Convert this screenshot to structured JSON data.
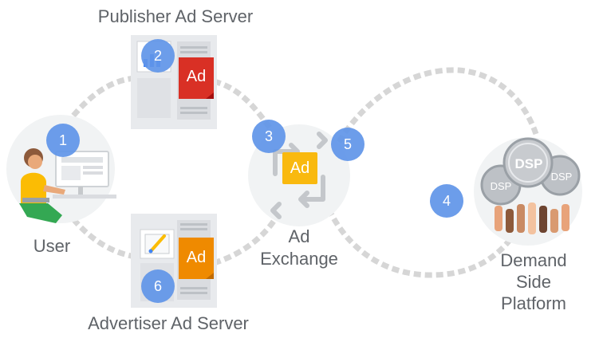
{
  "labels": {
    "publisher": "Publisher Ad Server",
    "advertiser": "Advertiser Ad Server",
    "user": "User",
    "exchange_line1": "Ad",
    "exchange_line2": "Exchange",
    "dsp_line1": "Demand",
    "dsp_line2": "Side",
    "dsp_line3": "Platform"
  },
  "ad_tags": {
    "publisher": "Ad",
    "advertiser": "Ad",
    "exchange": "Ad"
  },
  "dsp_badges": [
    "DSP",
    "DSP",
    "DSP"
  ],
  "steps": [
    "1",
    "2",
    "3",
    "4",
    "5",
    "6"
  ],
  "colors": {
    "badge": "#5f95e8",
    "publisher_ad": "#d93025",
    "advertiser_ad": "#ef8a00",
    "exchange_ad": "#f9b90f",
    "flow": "#d6d6d6",
    "label": "#5f6368"
  },
  "icons": [
    "user-at-computer-icon",
    "server-rack-icon",
    "exchange-arrows-icon",
    "dsp-hands-icon",
    "chart-icon",
    "pen-canvas-icon"
  ]
}
